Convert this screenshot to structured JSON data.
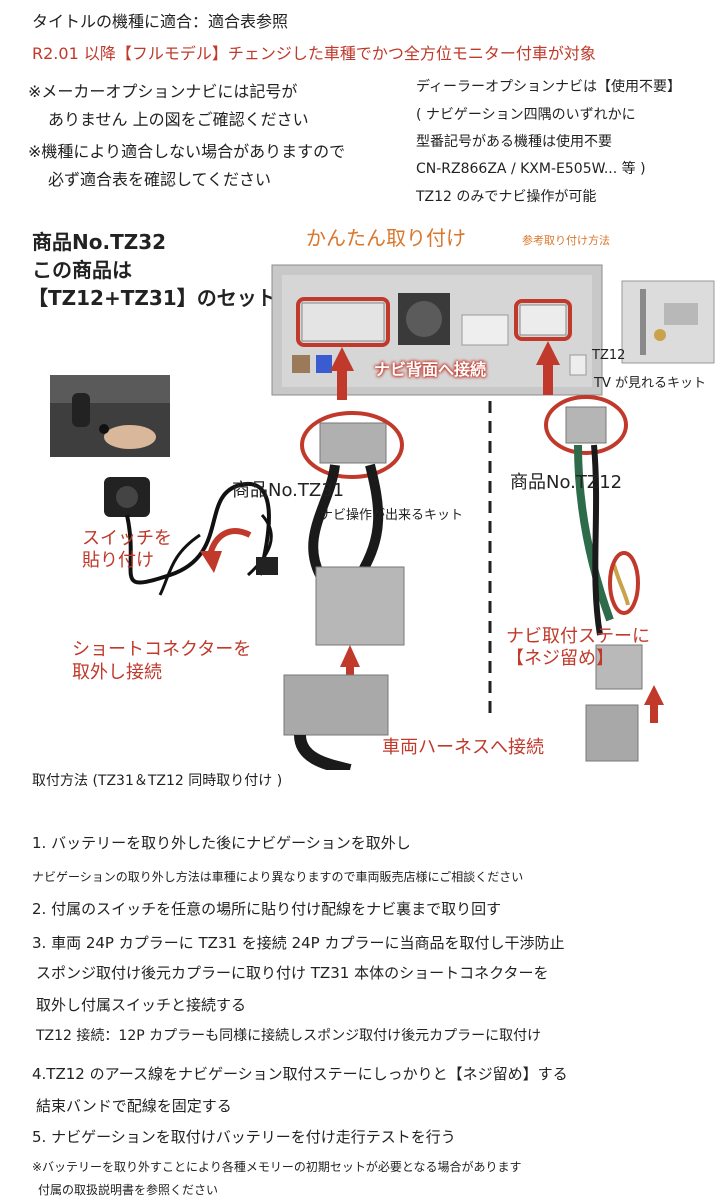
{
  "header": {
    "line1": "タイトルの機種に適合：適合表参照",
    "line2": "R2.01 以降【フルモデル】チェンジした車種でかつ全方位モニター付車が対象",
    "note_left_1": "※メーカーオプションナビには記号が",
    "note_left_2": "ありません 上の図をご確認ください",
    "note_left_3": "※機種により適合しない場合がありますので",
    "note_left_4": "必ず適合表を確認してください",
    "note_right_1": "ディーラーオプションナビは【使用不要】",
    "note_right_2": "( ナビゲーション四隅のいずれかに",
    "note_right_3": "型番記号がある機種は使用不要",
    "note_right_4": "CN-RZ866ZA / KXM-E505W... 等 )",
    "note_right_5": "TZ12 のみでナビ操作が可能"
  },
  "product": {
    "line1": "商品No.TZ32",
    "line2": "この商品は",
    "line3": "【TZ12+TZ31】のセット"
  },
  "diagram": {
    "title": "かんたん取り付け",
    "subtitle": "参考取り付け方法",
    "navi_back": "ナビ背面へ接続",
    "tz12_label": "TZ12",
    "tz12_desc": "TV が見れるキット",
    "tz31_name": "商品No.TZ31",
    "tz31_desc": "ナビ操作が出来るキット",
    "tz12_name": "商品No.TZ12",
    "switch_1": "スイッチを",
    "switch_2": "貼り付け",
    "short_1": "ショートコネクターを",
    "short_2": "取外し接続",
    "stay_1": "ナビ取付ステーに",
    "stay_2": "【ネジ留め】",
    "harness": "車両ハーネスへ接続"
  },
  "steps": {
    "heading": "取付方法 (TZ31＆TZ12 同時取り付け )",
    "s1": "1. バッテリーを取り外した後にナビゲーションを取外し",
    "s1_note": "ナビゲーションの取り外し方法は車種により異なりますので車両販売店様にご相談ください",
    "s2": "2. 付属のスイッチを任意の場所に貼り付け配線をナビ裏まで取り回す",
    "s3_1": "3. 車両 24P カプラーに TZ31 を接続 24P カプラーに当商品を取付し干渉防止",
    "s3_2": "スポンジ取付け後元カプラーに取り付け TZ31 本体のショートコネクターを",
    "s3_3": "取外し付属スイッチと接続する",
    "s3_4": "TZ12 接続：12P カプラーも同様に接続しスポンジ取付け後元カプラーに取付け",
    "s4_1": "4.TZ12 のアース線をナビゲーション取付ステーにしっかりと【ネジ留め】する",
    "s4_2": "結束バンドで配線を固定する",
    "s5": "5. ナビゲーションを取付けバッテリーを付け走行テストを行う",
    "warn_1": "※バッテリーを取り外すことにより各種メモリーの初期セットが必要となる場合があります",
    "warn_2": "付属の取扱説明書を参照ください"
  },
  "colors": {
    "accent_red": "#c0392b",
    "accent_orange": "#d9772c",
    "text": "#222222"
  }
}
